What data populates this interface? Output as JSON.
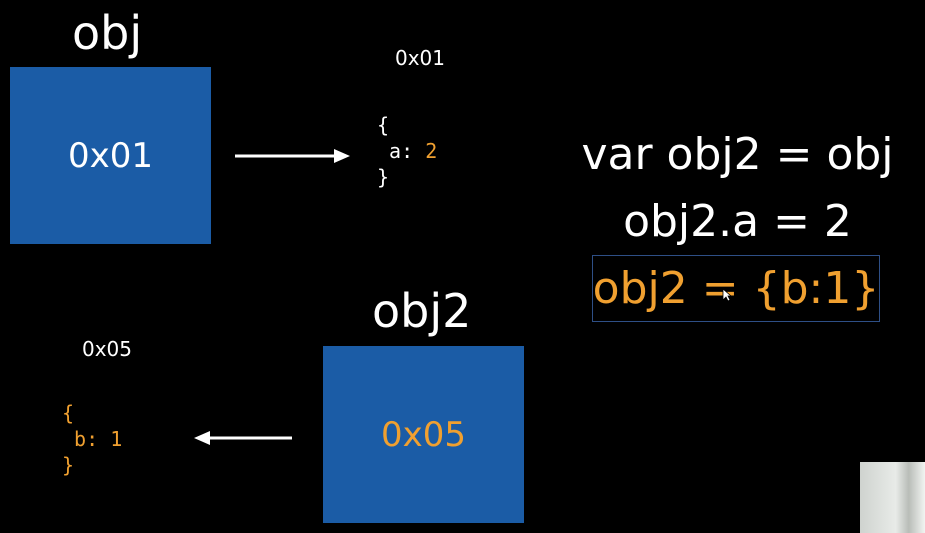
{
  "colors": {
    "box": "#1b5ca6",
    "accent": "#f0a030",
    "background": "#000000"
  },
  "obj_block": {
    "var_label": "obj",
    "box_value": "0x01",
    "target_address": "0x01",
    "code_open": "{",
    "code_key": "a:",
    "code_value": "2",
    "code_close": "}"
  },
  "obj2_block": {
    "var_label": "obj2",
    "box_value": "0x05",
    "target_address": "0x05",
    "code_open": "{",
    "code_key": "b:",
    "code_value": "1",
    "code_close": "}"
  },
  "statements": {
    "line1": "var obj2 = obj",
    "line2": "obj2.a = 2",
    "line3": "obj2 = {b:1}"
  }
}
